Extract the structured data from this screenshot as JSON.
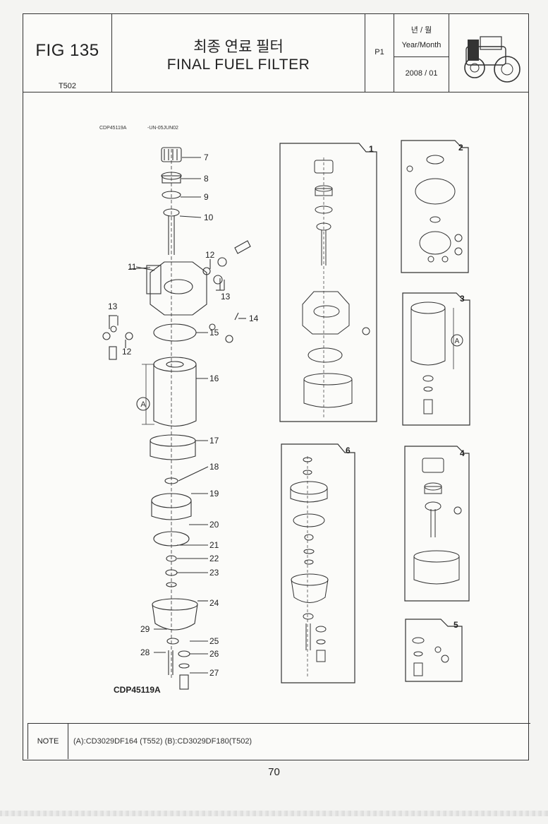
{
  "header": {
    "fig_label": "FIG 135",
    "model": "T502",
    "title_korean": "최종 연료 필터",
    "title_english": "FINAL FUEL FILTER",
    "page": "P1",
    "year_month_korean": "년 / 월",
    "year_month_english": "Year/Month",
    "date": "2008 / 01",
    "thumbnail_icon": "tractor-icon"
  },
  "drawing": {
    "top_ref_code": "CDP45119A",
    "top_ref_date": "-UN-05JUN02",
    "bottom_ref_code": "CDP45119A",
    "dimension_marker": "A",
    "callouts": [
      "7",
      "8",
      "9",
      "10",
      "11",
      "12",
      "13",
      "13",
      "12",
      "14",
      "15",
      "16",
      "17",
      "18",
      "19",
      "20",
      "21",
      "22",
      "23",
      "24",
      "25",
      "26",
      "27",
      "28",
      "29"
    ],
    "kit_numbers": [
      "1",
      "2",
      "3",
      "4",
      "5",
      "6"
    ],
    "kit_dimension_marker": "A"
  },
  "note": {
    "label": "NOTE",
    "text": "(A):CD3029DF164 (T552)  (B):CD3029DF180(T502)"
  },
  "footer": {
    "page_number": "70"
  }
}
